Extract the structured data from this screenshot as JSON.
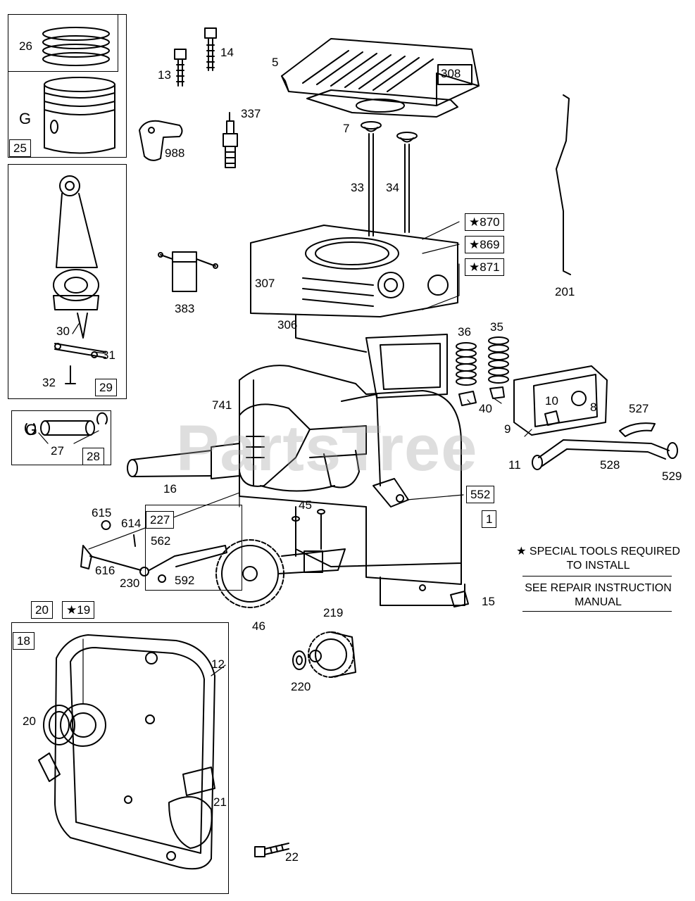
{
  "watermark": "PartsTree",
  "callouts": {
    "c26": "26",
    "c25": "25",
    "cG1": "G",
    "c13": "13",
    "c14": "14",
    "c5": "5",
    "c308": "308",
    "c7": "7",
    "c337": "337",
    "c988": "988",
    "c33": "33",
    "c34": "34",
    "c870": "★870",
    "c869": "★869",
    "c871": "★871",
    "c201": "201",
    "c383": "383",
    "c307": "307",
    "c306": "306",
    "c36": "36",
    "c35": "35",
    "c30": "30",
    "c31": "31",
    "c32": "32",
    "c29": "29",
    "c40": "40",
    "c10": "10",
    "c8": "8",
    "c9": "9",
    "c527": "527",
    "c741": "741",
    "cG2": "G",
    "c27": "27",
    "c28": "28",
    "c11": "11",
    "c528": "528",
    "c529": "529",
    "c16": "16",
    "c552": "552",
    "c1": "1",
    "c615": "615",
    "c614": "614",
    "c227": "227",
    "c45": "45",
    "c562": "562",
    "c616": "616",
    "c230": "230",
    "c592": "592",
    "c15": "15",
    "c46": "46",
    "c20a": "20",
    "c19": "★19",
    "c219": "219",
    "c18": "18",
    "c12": "12",
    "c220": "220",
    "c20b": "20",
    "c21": "21",
    "c22": "22"
  },
  "notes": {
    "special_tools_line1": "★ SPECIAL TOOLS REQUIRED",
    "special_tools_line2": "TO INSTALL",
    "repair_line1": "SEE REPAIR INSTRUCTION",
    "repair_line2": "MANUAL"
  }
}
